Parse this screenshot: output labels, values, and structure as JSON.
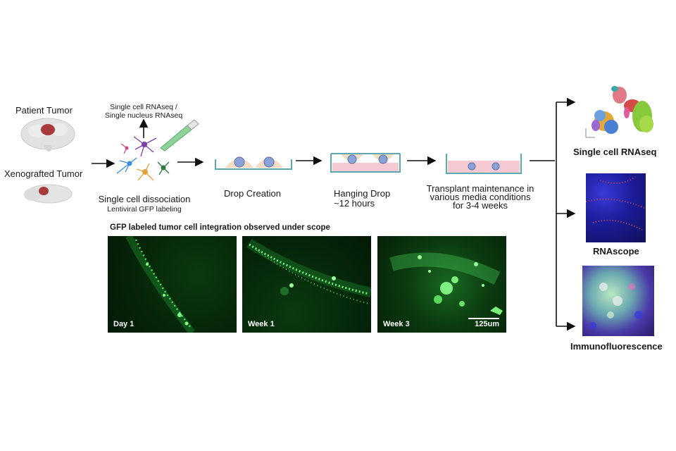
{
  "workflow": {
    "patient_tumor": "Patient Tumor",
    "xenografted_tumor": "Xenografted Tumor",
    "rnaseq_line1": "Single cell RNAseq /",
    "rnaseq_line2": "Single nucleus RNAseq",
    "dissociation_line1": "Single cell dissociation",
    "dissociation_line2": "Lentiviral GFP labeling",
    "drop_creation": "Drop Creation",
    "hanging_drop_line1": "Hanging Drop",
    "hanging_drop_line2": "~12 hours",
    "transplant_line1": "Transplant maintenance in",
    "transplant_line2": "various media conditions",
    "transplant_line3": "for 3-4 weeks"
  },
  "microscopy": {
    "title": "GFP labeled tumor cell integration observed under scope",
    "panels": [
      {
        "label": "Day 1"
      },
      {
        "label": "Week 1"
      },
      {
        "label": "Week 3",
        "scale_bar": "125um"
      }
    ]
  },
  "outputs": {
    "scrnaseq": "Single cell RNAseq",
    "rnascope": "RNAscope",
    "immunofluorescence": "Immunofluorescence"
  },
  "colors": {
    "tumor": "#a83a3a",
    "gfp": "#3fe35a",
    "well_pink": "#f4c9d1",
    "nucleus_blue": "#2a2ec2"
  }
}
